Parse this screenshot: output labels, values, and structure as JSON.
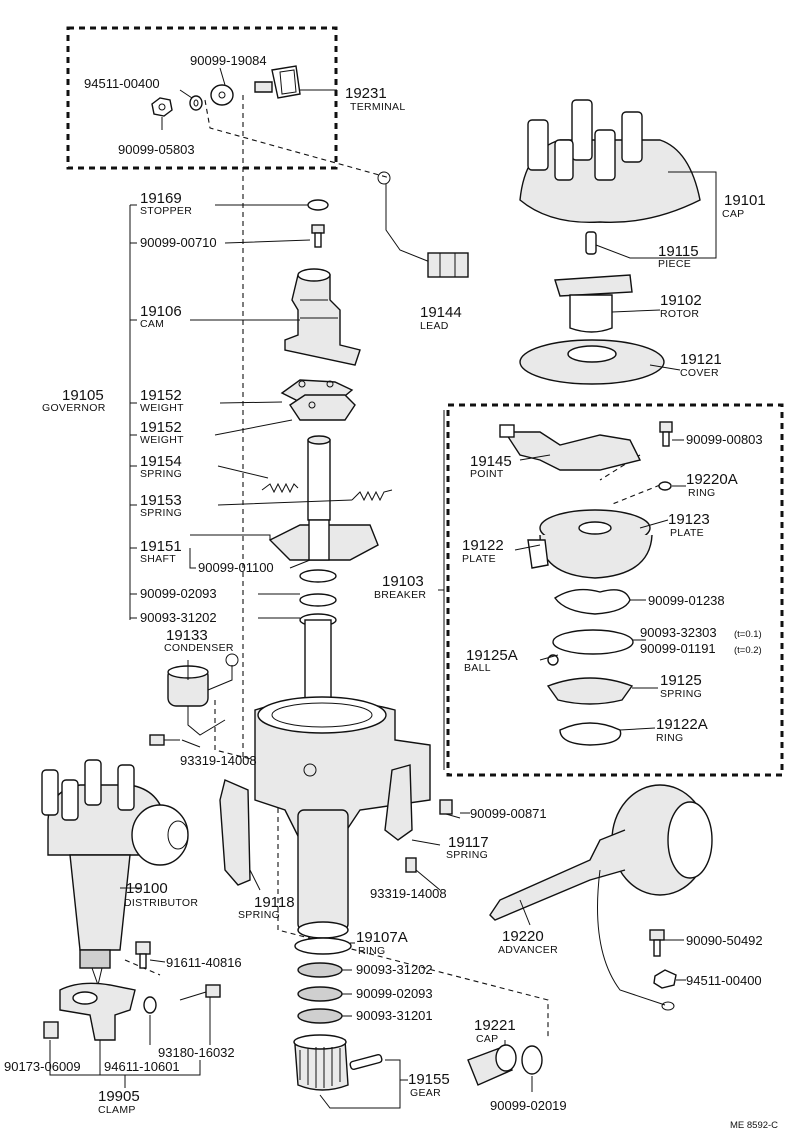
{
  "diagram": {
    "callouts": {
      "p19231": {
        "num": "19231",
        "name": "TERMINAL"
      },
      "p90099_19084": {
        "num": "90099-19084"
      },
      "p94511_00400a": {
        "num": "94511-00400"
      },
      "p90099_05803": {
        "num": "90099-05803"
      },
      "p19169": {
        "num": "19169",
        "name": "STOPPER"
      },
      "p90099_00710": {
        "num": "90099-00710"
      },
      "p19106": {
        "num": "19106",
        "name": "CAM"
      },
      "p19105": {
        "num": "19105",
        "name": "GOVERNOR"
      },
      "p19152a": {
        "num": "19152",
        "name": "WEIGHT"
      },
      "p19152b": {
        "num": "19152",
        "name": "WEIGHT"
      },
      "p19154": {
        "num": "19154",
        "name": "SPRING"
      },
      "p19153": {
        "num": "19153",
        "name": "SPRING"
      },
      "p19151": {
        "num": "19151",
        "name": "SHAFT"
      },
      "p90099_01100": {
        "num": "90099-01100"
      },
      "p90099_02093a": {
        "num": "90099-02093"
      },
      "p90093_31202a": {
        "num": "90093-31202"
      },
      "p19133": {
        "num": "19133",
        "name": "CONDENSER"
      },
      "p93319_14008a": {
        "num": "93319-14008"
      },
      "p19101": {
        "num": "19101",
        "name": "CAP"
      },
      "p19115": {
        "num": "19115",
        "name": "PIECE"
      },
      "p19144": {
        "num": "19144",
        "name": "LEAD"
      },
      "p19102": {
        "num": "19102",
        "name": "ROTOR"
      },
      "p19121": {
        "num": "19121",
        "name": "COVER"
      },
      "p90099_00803": {
        "num": "90099-00803"
      },
      "p19145": {
        "num": "19145",
        "name": "POINT"
      },
      "p19220A": {
        "num": "19220A",
        "name": "RING"
      },
      "p19123": {
        "num": "19123",
        "name": "PLATE"
      },
      "p19122": {
        "num": "19122",
        "name": "PLATE"
      },
      "p19103": {
        "num": "19103",
        "name": "BREAKER"
      },
      "p90099_01238": {
        "num": "90099-01238"
      },
      "p90093_32303": {
        "num": "90093-32303",
        "note": "(t=0.1)"
      },
      "p90099_01191": {
        "num": "90099-01191",
        "note": "(t=0.2)"
      },
      "p19125A": {
        "num": "19125A",
        "name": "BALL"
      },
      "p19125": {
        "num": "19125",
        "name": "SPRING"
      },
      "p19122A": {
        "num": "19122A",
        "name": "RING"
      },
      "p90099_00871": {
        "num": "90099-00871"
      },
      "p19117": {
        "num": "19117",
        "name": "SPRING"
      },
      "p93319_14008b": {
        "num": "93319-14008"
      },
      "p19118": {
        "num": "19118",
        "name": "SPRING"
      },
      "p19100": {
        "num": "19100",
        "name": "DISTRIBUTOR"
      },
      "p19107A": {
        "num": "19107A",
        "name": "RING"
      },
      "p90093_31202b": {
        "num": "90093-31202"
      },
      "p90099_02093b": {
        "num": "90099-02093"
      },
      "p90093_31201": {
        "num": "90093-31201"
      },
      "p19220": {
        "num": "19220",
        "name": "ADVANCER"
      },
      "p90090_50492": {
        "num": "90090-50492"
      },
      "p94511_00400b": {
        "num": "94511-00400"
      },
      "p91611_40816": {
        "num": "91611-40816"
      },
      "p93180_16032": {
        "num": "93180-16032"
      },
      "p90173_06009": {
        "num": "90173-06009"
      },
      "p94611_10601": {
        "num": "94611-10601"
      },
      "p19905": {
        "num": "19905",
        "name": "CLAMP"
      },
      "p19221": {
        "num": "19221",
        "name": "CAP"
      },
      "p90099_02019": {
        "num": "90099-02019"
      },
      "p19155": {
        "num": "19155",
        "name": "GEAR"
      }
    },
    "footer_code": "ME 8592-C"
  }
}
